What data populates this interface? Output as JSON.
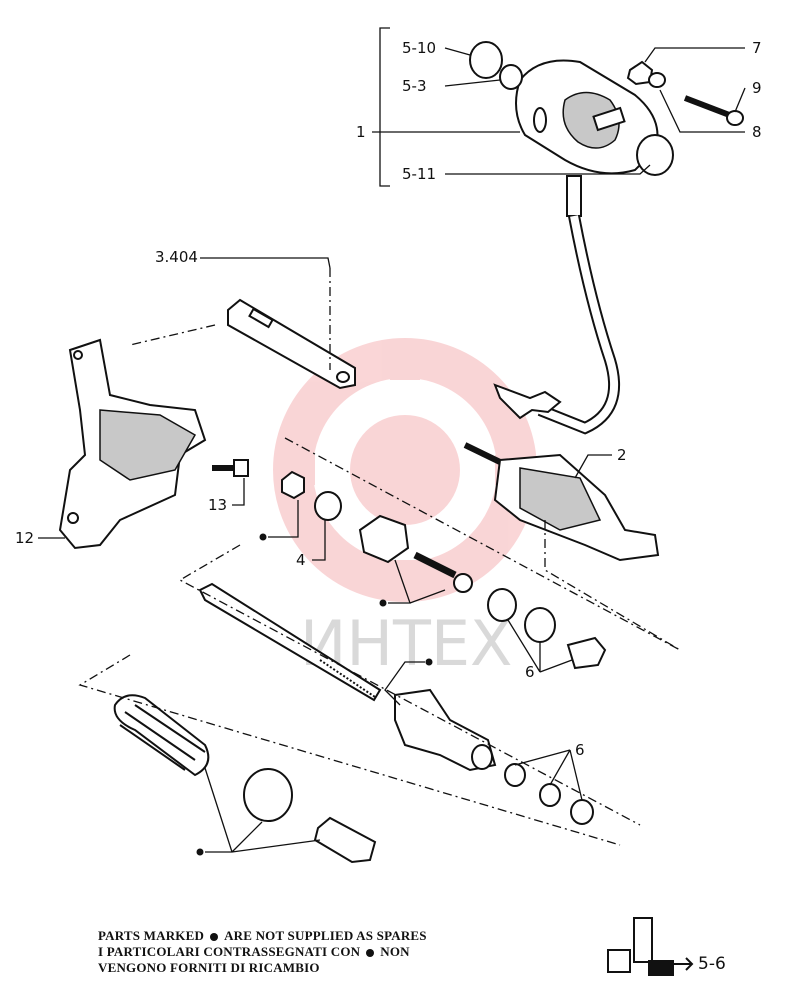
{
  "callouts": {
    "c5_10": "5-10",
    "c5_3": "5-3",
    "c1": "1",
    "c5_11": "5-11",
    "c7": "7",
    "c9": "9",
    "c8": "8",
    "c3_404": "3.404",
    "c2": "2",
    "c13": "13",
    "c12": "12",
    "c4": "4",
    "c6a": "6",
    "c6b": "6"
  },
  "note": {
    "line1_a": "PARTS MARKED",
    "line1_b": "ARE NOT SUPPLIED AS SPARES",
    "line2_a": "I PARTICOLARI CONTRASSEGNATI CON",
    "line2_b": "NON",
    "line3": "VENGONO FORNITI DI RICAMBIO"
  },
  "reference": {
    "label": "5-6"
  },
  "watermark": {
    "text": "ИНТЕХ",
    "color": "#e8434a"
  },
  "colors": {
    "ink": "#111111",
    "paper": "#ffffff"
  }
}
